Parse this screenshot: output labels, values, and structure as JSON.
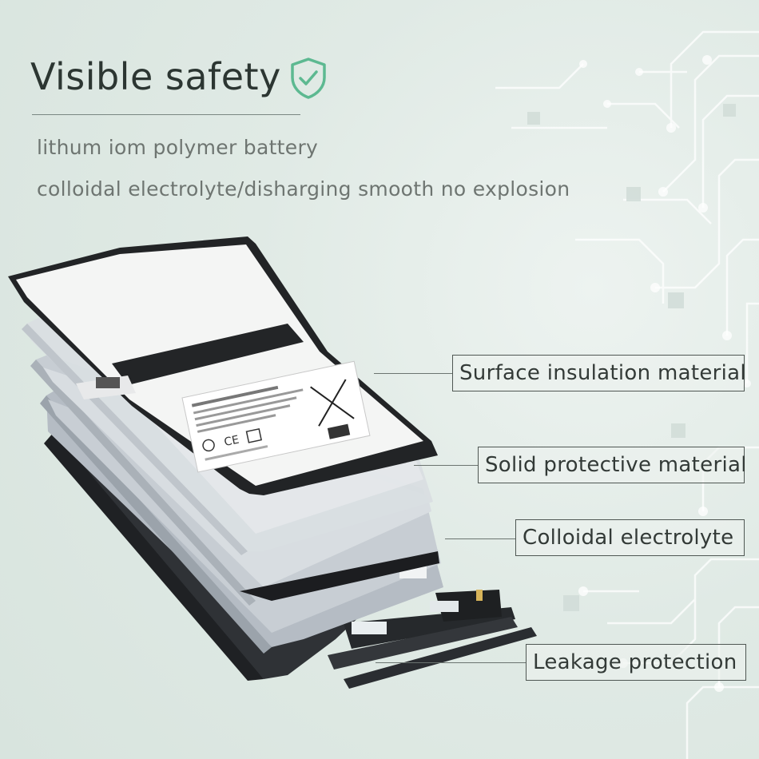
{
  "headline": {
    "title": "Visible safety",
    "shield_icon": "shield-check-icon",
    "accent_color": "#5db991"
  },
  "subtitles": [
    "lithum iom polymer battery",
    "colloidal electrolyte/disharging smooth no explosion"
  ],
  "layers": [
    {
      "label": "Surface insulation material"
    },
    {
      "label": "Solid protective material"
    },
    {
      "label": "Colloidal electrolyte"
    },
    {
      "label": "Leakage protection"
    }
  ],
  "colors": {
    "background": "#dfe9e4",
    "title_text": "#2c3632",
    "subtitle_text": "#6e7571",
    "circuit": "#ffffff"
  }
}
